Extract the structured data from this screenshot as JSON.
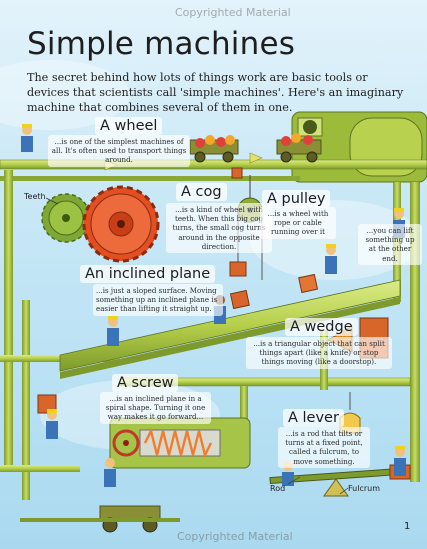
{
  "watermark_top": "Copyrighted Material",
  "watermark_bottom": "Copyrighted Material",
  "title": "Simple machines",
  "intro": "The secret behind how lots of things work are basic tools or devices that scientists call 'simple machines'. Here's an imaginary machine that combines several of them in one.",
  "sections": {
    "wheel": {
      "heading": "A wheel",
      "text": "...is one of the simplest machines of all. It's often used to transport things around."
    },
    "cog": {
      "heading": "A cog",
      "text": "...is a kind of wheel with teeth. When this big cog turns, the small cog turns around in the opposite direction."
    },
    "pulley": {
      "heading": "A pulley",
      "text": "...is a wheel with rope or cable running over it",
      "text2": "...you can lift something up at the other end."
    },
    "plane": {
      "heading": "An inclined plane",
      "text": "...is just a sloped surface. Moving something up an inclined plane is easier than lifting it straight up."
    },
    "wedge": {
      "heading": "A wedge",
      "text": "...is a triangular object that can split things apart (like a knife) or stop things moving (like a doorstop)."
    },
    "screw": {
      "heading": "A screw",
      "text": "...is an inclined plane in a spiral shape. Turning it one way makes it go forward..."
    },
    "lever": {
      "heading": "A lever",
      "text": "...is a rod that tilts or turns at a fixed point, called a fulcrum, to move something."
    }
  },
  "labels": {
    "teeth": "Teeth",
    "rod": "Rod",
    "fulcrum": "Fulcrum"
  },
  "page_number": "1",
  "colors": {
    "pipe": "#b5cf4a",
    "pipe_dark": "#7e9a2c",
    "cog": "#e24f23",
    "cog_green": "#7ea735",
    "wagon": "#8a8f35",
    "box": "#d8662b"
  }
}
